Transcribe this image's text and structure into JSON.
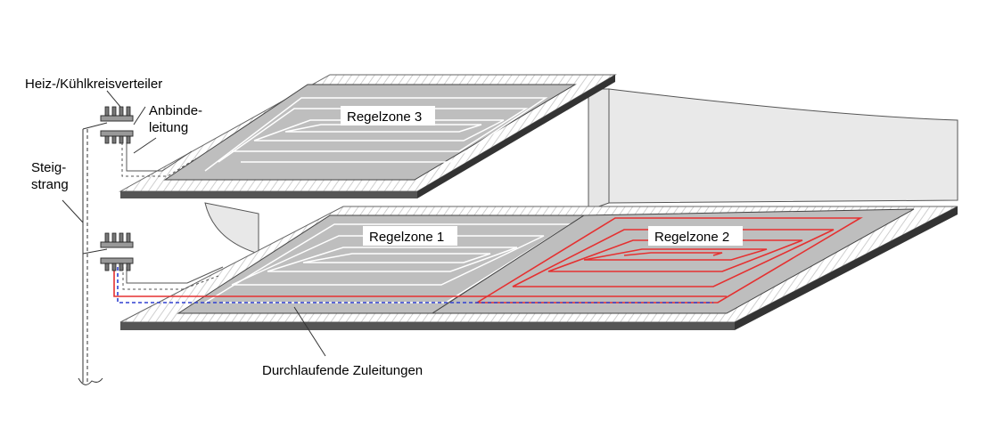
{
  "labels": {
    "distributor": "Heiz-/Kühlkreisverteiler",
    "connection_line_1": "Anbinde-",
    "connection_line_2": "leitung",
    "riser_1": "Steig-",
    "riser_2": "strang",
    "zone1": "Regelzone 1",
    "zone2": "Regelzone 2",
    "zone3": "Regelzone 3",
    "supply_lines": "Durchlaufende Zuleitungen"
  },
  "colors": {
    "slab_top": "#ffffff",
    "slab_hatch": "#c8c8c8",
    "slab_edge": "#4a4a4a",
    "zone_fill": "#bdbdbd",
    "pipe_grey": "#ffffff",
    "pipe_red": "#e53030",
    "pipe_blue": "#3040d0",
    "wall": "#e6e6e6"
  },
  "icons": [
    "manifold-upper-icon",
    "manifold-lower-icon"
  ]
}
